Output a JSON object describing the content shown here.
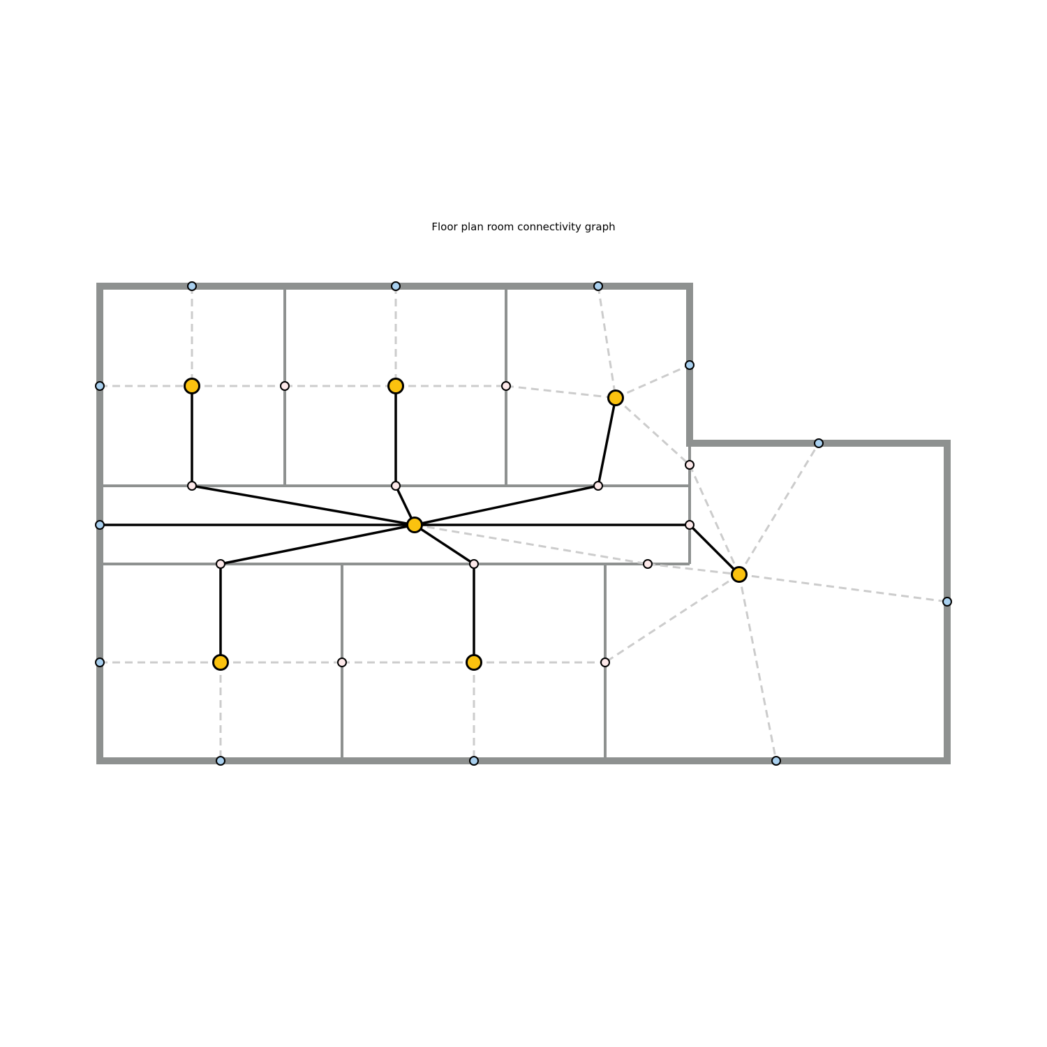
{
  "title": "Floor plan room connectivity graph",
  "colors": {
    "wall": "#8e9190",
    "room_node": "#fbc20f",
    "door_node": "#fde9ea",
    "window_node": "#a9d0ef",
    "door_edge": "#000000",
    "window_edge": "#cccccc",
    "node_outline": "#000000"
  },
  "node_types": [
    "room",
    "door",
    "window"
  ],
  "edge_types": [
    "door-connection",
    "window-connection"
  ]
}
